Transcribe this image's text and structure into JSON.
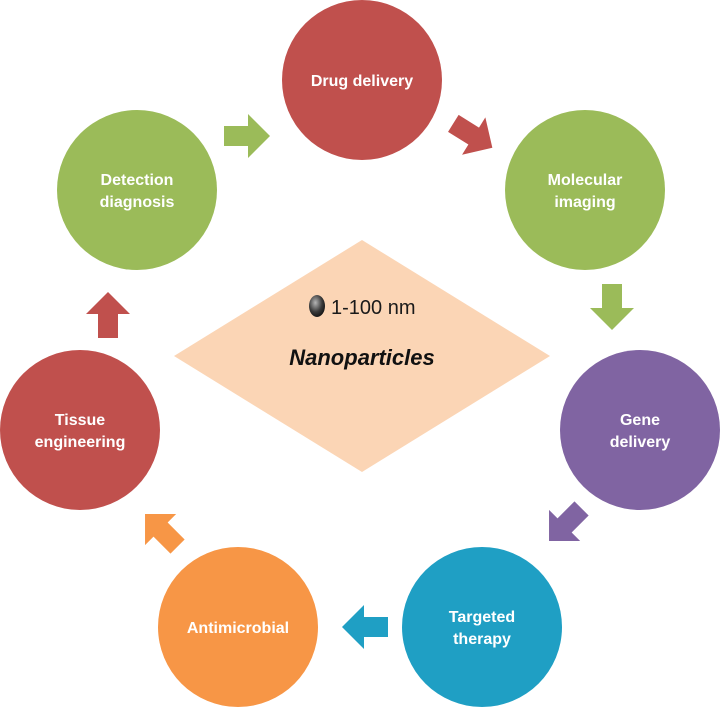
{
  "center": {
    "size_label": "1-100 nm",
    "title": "Nanoparticles",
    "fill": "#fbd5b5"
  },
  "nodes": [
    {
      "id": "drug-delivery",
      "lines": [
        "Drug delivery"
      ],
      "color": "#c0504d"
    },
    {
      "id": "molecular-imaging",
      "lines": [
        "Molecular",
        "imaging"
      ],
      "color": "#9bbb59"
    },
    {
      "id": "gene-delivery",
      "lines": [
        "Gene",
        "delivery"
      ],
      "color": "#8064a2"
    },
    {
      "id": "targeted-therapy",
      "lines": [
        "Targeted",
        "therapy"
      ],
      "color": "#1f9fc4"
    },
    {
      "id": "antimicrobial",
      "lines": [
        "Antimicrobial"
      ],
      "color": "#f79646"
    },
    {
      "id": "tissue-engineering",
      "lines": [
        "Tissue",
        "engineering"
      ],
      "color": "#c0504d"
    },
    {
      "id": "detection-diagnosis",
      "lines": [
        "Detection",
        "diagnosis"
      ],
      "color": "#9bbb59"
    }
  ],
  "arrows": [
    {
      "from": "detection-diagnosis",
      "to": "drug-delivery",
      "color": "#9bbb59"
    },
    {
      "from": "drug-delivery",
      "to": "molecular-imaging",
      "color": "#c0504d"
    },
    {
      "from": "molecular-imaging",
      "to": "gene-delivery",
      "color": "#9bbb59"
    },
    {
      "from": "gene-delivery",
      "to": "targeted-therapy",
      "color": "#8064a2"
    },
    {
      "from": "targeted-therapy",
      "to": "antimicrobial",
      "color": "#1f9fc4"
    },
    {
      "from": "antimicrobial",
      "to": "tissue-engineering",
      "color": "#f79646"
    },
    {
      "from": "tissue-engineering",
      "to": "detection-diagnosis",
      "color": "#c0504d"
    }
  ]
}
